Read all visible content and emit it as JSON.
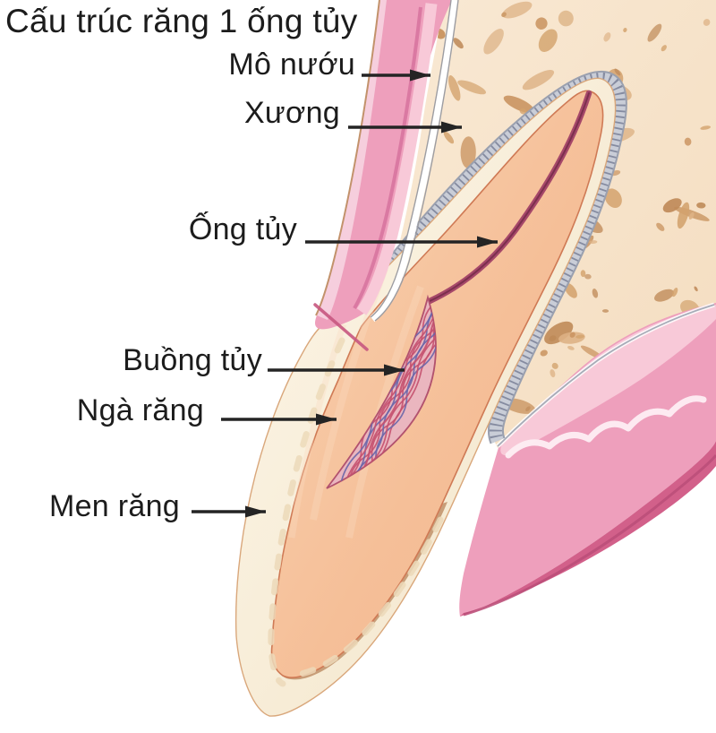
{
  "title": "Cấu trúc răng 1 ống tủy",
  "labels": [
    {
      "id": "gum",
      "text": "Mô nướu"
    },
    {
      "id": "bone",
      "text": "Xương"
    },
    {
      "id": "root-canal",
      "text": "Ống tủy"
    },
    {
      "id": "pulp-chamber",
      "text": "Buồng tủy"
    },
    {
      "id": "dentin",
      "text": "Ngà răng"
    },
    {
      "id": "enamel",
      "text": "Men răng"
    }
  ],
  "colors": {
    "text": "#1c1c1c",
    "arrow": "#242424",
    "gum_pink": "#ee9fbc",
    "gum_light_pink": "#f8c9d8",
    "gum_pale_strip": "#f6cedd",
    "gum_dark_rose": "#d2608a",
    "gum_deep_line": "#bb4f79",
    "bone_cream": "#f7e4cc",
    "bone_spot": "#c9935f",
    "ligament_gray": "#c9cdd7",
    "ligament_dark": "#858ba0",
    "dentin_peach": "#f5c09c",
    "enamel_cream": "#f9efdd",
    "crown_shadow_tan": "#c59a74",
    "canal_maroon": "#a64869",
    "pulp_fill": "#eab6bf",
    "vessel_red": "#c4506e",
    "vessel_blue": "#6a66a8"
  }
}
